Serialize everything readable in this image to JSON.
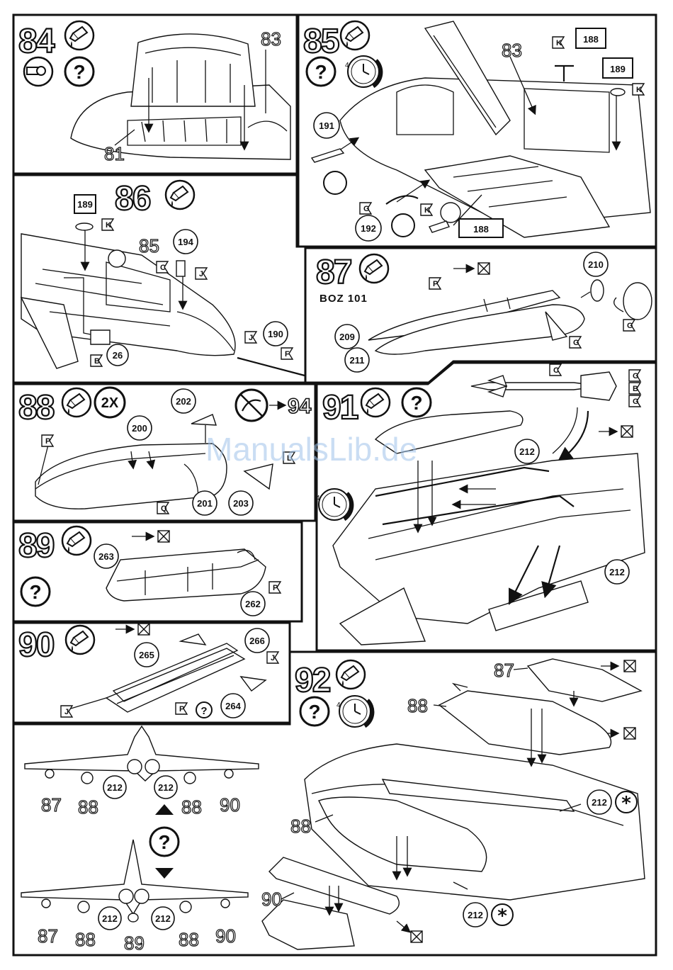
{
  "watermark": "ManualsLib.de",
  "steps": [
    {
      "number": "84",
      "parts": [
        "83",
        "81"
      ]
    },
    {
      "number": "85",
      "parts": [
        "83",
        "188",
        "189",
        "191",
        "192",
        "188"
      ],
      "flags": [
        "K",
        "K",
        "G",
        "K"
      ]
    },
    {
      "number": "86",
      "parts": [
        "189",
        "85",
        "194",
        "190",
        "26"
      ],
      "flags": [
        "K",
        "C",
        "J",
        "J",
        "F",
        "B"
      ]
    },
    {
      "number": "87",
      "label": "BOZ 101",
      "parts": [
        "210",
        "209",
        "211"
      ],
      "flags": [
        "P",
        "G",
        "G"
      ]
    },
    {
      "number": "88",
      "multiplier": "2X",
      "goto": "94",
      "parts": [
        "202",
        "200",
        "201",
        "203"
      ],
      "flags": [
        "P",
        "Q",
        "L"
      ]
    },
    {
      "number": "89",
      "parts": [
        "263",
        "262"
      ],
      "flags": [
        "P"
      ]
    },
    {
      "number": "90",
      "parts": [
        "265",
        "266",
        "264"
      ],
      "flags": [
        "J",
        "J",
        "P"
      ]
    },
    {
      "number": "91",
      "parts": [
        "212",
        "212"
      ],
      "flags": [
        "C",
        "G",
        "B",
        "G"
      ]
    },
    {
      "number": "92",
      "parts": [
        "87",
        "88",
        "88",
        "90",
        "212",
        "212"
      ]
    }
  ],
  "views": {
    "top_front": {
      "labels": [
        "87",
        "88",
        "212",
        "212",
        "88",
        "90"
      ]
    },
    "bottom_front": {
      "labels": [
        "87",
        "88",
        "212",
        "89",
        "212",
        "88",
        "90"
      ]
    }
  },
  "icons": {
    "glue": "glue-tube-icon",
    "question": "?",
    "clock": "drying-clock-icon",
    "crossed": "crossed-square-icon"
  }
}
